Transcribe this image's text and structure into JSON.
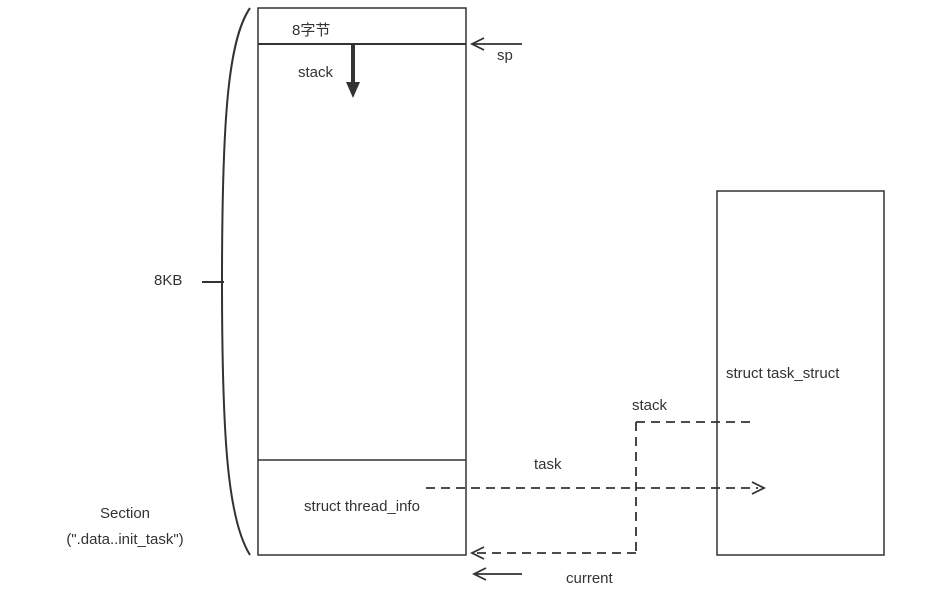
{
  "diagram": {
    "stack_top_label": "8字节",
    "stack_label": "stack",
    "sp_label": "sp",
    "size_label": "8KB",
    "thread_info_label": "struct thread_info",
    "section_label_line1": "Section",
    "section_label_line2": "(\".data..init_task\")",
    "task_struct_label": "struct task_struct",
    "task_struct_stack_label": "stack",
    "task_pointer_label": "task",
    "current_label": "current"
  },
  "colors": {
    "line": "#333333",
    "text": "#333333",
    "background": "#ffffff"
  }
}
